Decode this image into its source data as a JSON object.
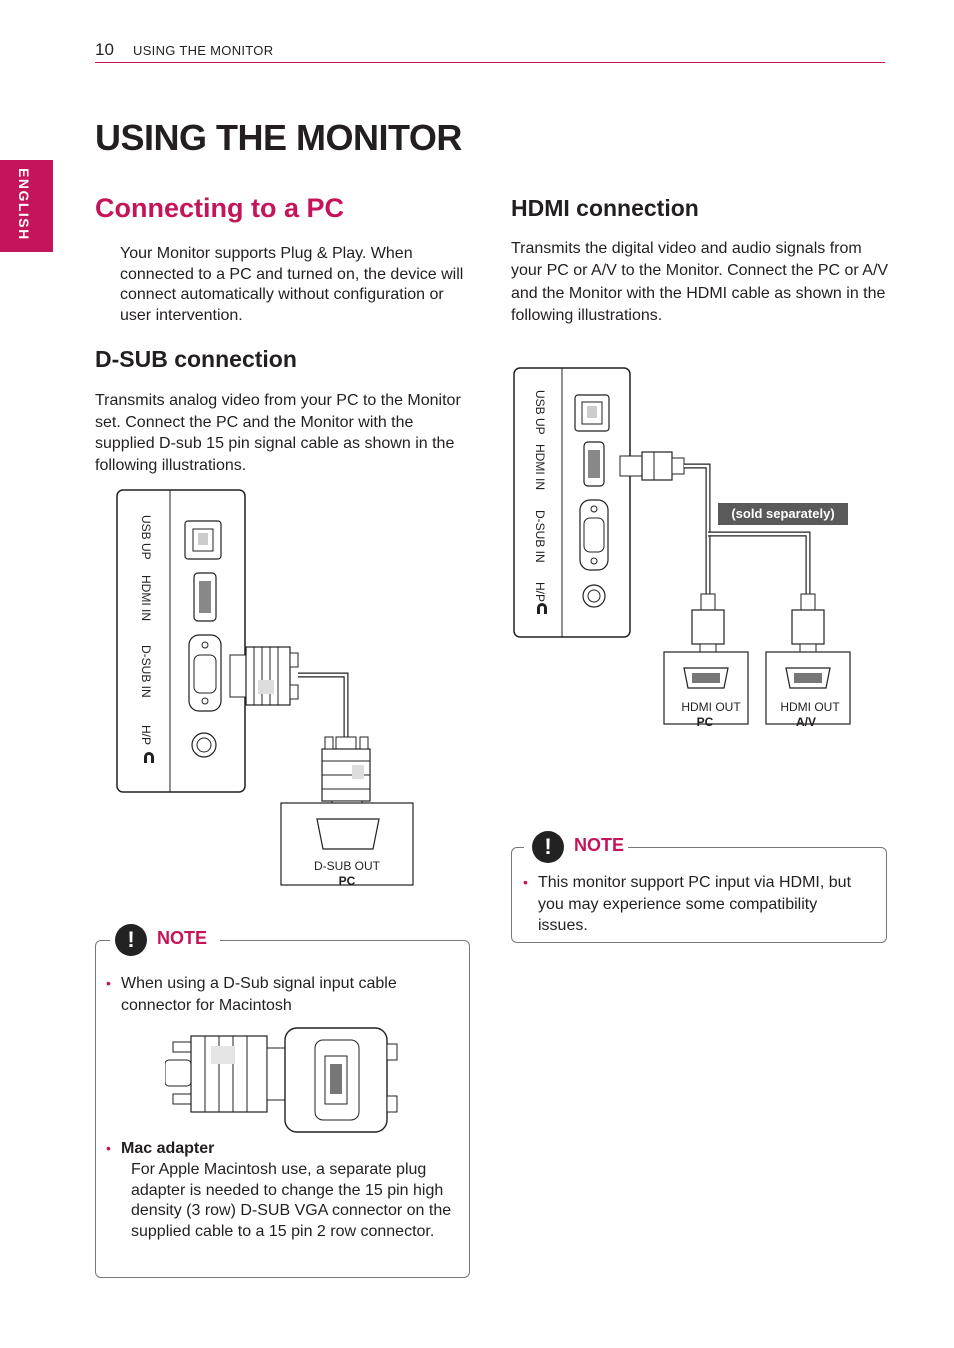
{
  "header": {
    "page_number": "10",
    "running_head": "USING THE MONITOR"
  },
  "language_tab": "ENGLISH",
  "title": "USING THE MONITOR",
  "connecting": {
    "heading": "Connecting to a PC",
    "intro": "Your Monitor supports Plug & Play. When connected to a PC and turned on, the device will connect automatically without configuration or user intervention."
  },
  "dsub": {
    "heading": "D-SUB connection",
    "body": "Transmits analog video from your PC to the Monitor set. Connect the PC and the Monitor with the supplied D-sub 15 pin signal cable as shown in the following illustrations.",
    "figure": {
      "port_labels": [
        "USB UP",
        "HDMI IN",
        "D-SUB IN",
        "H/P"
      ],
      "out_label": "D-SUB OUT",
      "device_label": "PC"
    },
    "note": {
      "title": "NOTE",
      "item1": "When using a D-Sub signal input cable connector for Macintosh",
      "item2_title": "Mac adapter",
      "item2_body": "For Apple Macintosh use, a separate plug adapter is needed to change the 15 pin high density (3 row) D-SUB VGA connector on the supplied cable to a 15 pin 2 row connector."
    }
  },
  "hdmi": {
    "heading": "HDMI connection",
    "body": "Transmits the digital video and audio signals from your PC or A/V to the Monitor. Connect the PC or A/V and the Monitor with the HDMI cable as shown in the following illustrations.",
    "figure": {
      "port_labels": [
        "USB UP",
        "HDMI IN",
        "D-SUB IN",
        "H/P"
      ],
      "sold_separately": "(sold separately)",
      "out_label_1": "HDMI OUT",
      "device_label_1": "PC",
      "out_label_2": "HDMI OUT",
      "device_label_2": "A/V"
    },
    "note": {
      "title": "NOTE",
      "item1": "This monitor support PC input via HDMI, but you may experience some compatibility issues."
    }
  },
  "colors": {
    "accent": "#c4145a",
    "text": "#231f20",
    "badge": "#5a5a5a"
  }
}
